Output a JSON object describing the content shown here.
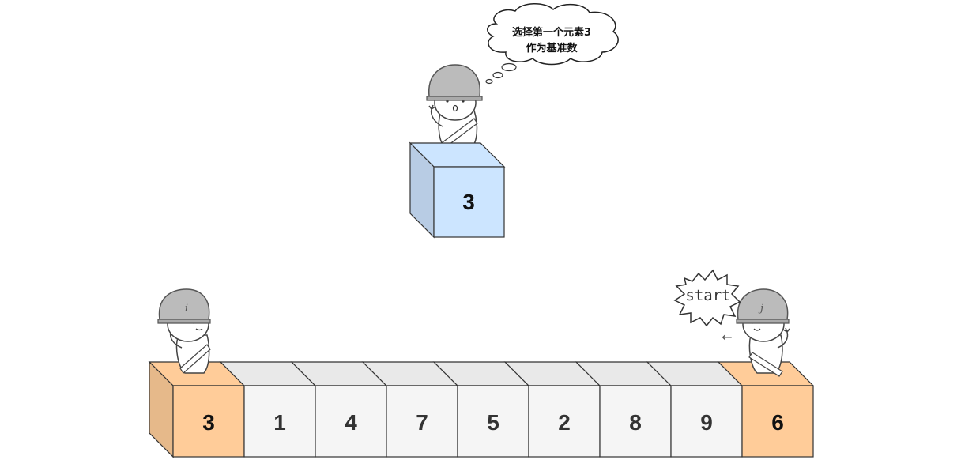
{
  "array": {
    "values": [
      "3",
      "1",
      "4",
      "7",
      "5",
      "2",
      "8",
      "9",
      "6"
    ],
    "highlighted": [
      0,
      8
    ],
    "highlight_color": "#ffcc99",
    "normal_color": "#f5f5f5"
  },
  "pivot": {
    "value": "3",
    "color": "#cce5ff",
    "thought_line1": "选择第一个元素3",
    "thought_line2": "作为基准数"
  },
  "pointers": {
    "i_label": "i",
    "j_label": "j",
    "j_callout": "start",
    "j_arrow": "←"
  }
}
